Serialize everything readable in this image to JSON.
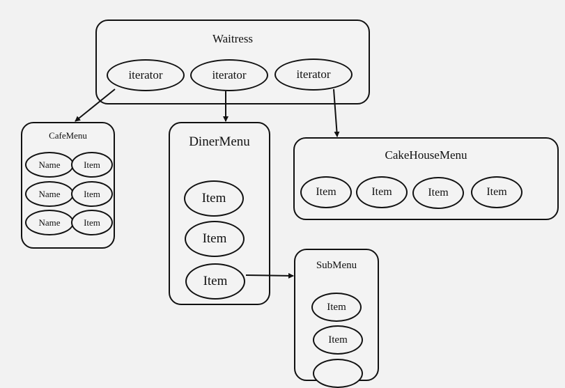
{
  "diagram": {
    "waitress": {
      "title": "Waitress",
      "iterators": [
        "iterator",
        "iterator",
        "iterator"
      ]
    },
    "cafe_menu": {
      "title": "CafeMenu",
      "rows": [
        {
          "name": "Name",
          "item": "Item"
        },
        {
          "name": "Name",
          "item": "Item"
        },
        {
          "name": "Name",
          "item": "Item"
        }
      ]
    },
    "diner_menu": {
      "title": "DinerMenu",
      "items": [
        "Item",
        "Item",
        "Item"
      ]
    },
    "cakehouse_menu": {
      "title": "CakeHouseMenu",
      "items": [
        "Item",
        "Item",
        "Item",
        "Item"
      ]
    },
    "sub_menu": {
      "title": "SubMenu",
      "items": [
        "Item",
        "Item",
        ""
      ]
    },
    "edges": [
      {
        "from": "waitress.iterator.0",
        "to": "cafe_menu"
      },
      {
        "from": "waitress.iterator.1",
        "to": "diner_menu"
      },
      {
        "from": "waitress.iterator.2",
        "to": "cakehouse_menu"
      },
      {
        "from": "diner_menu.item.2",
        "to": "sub_menu"
      }
    ]
  }
}
